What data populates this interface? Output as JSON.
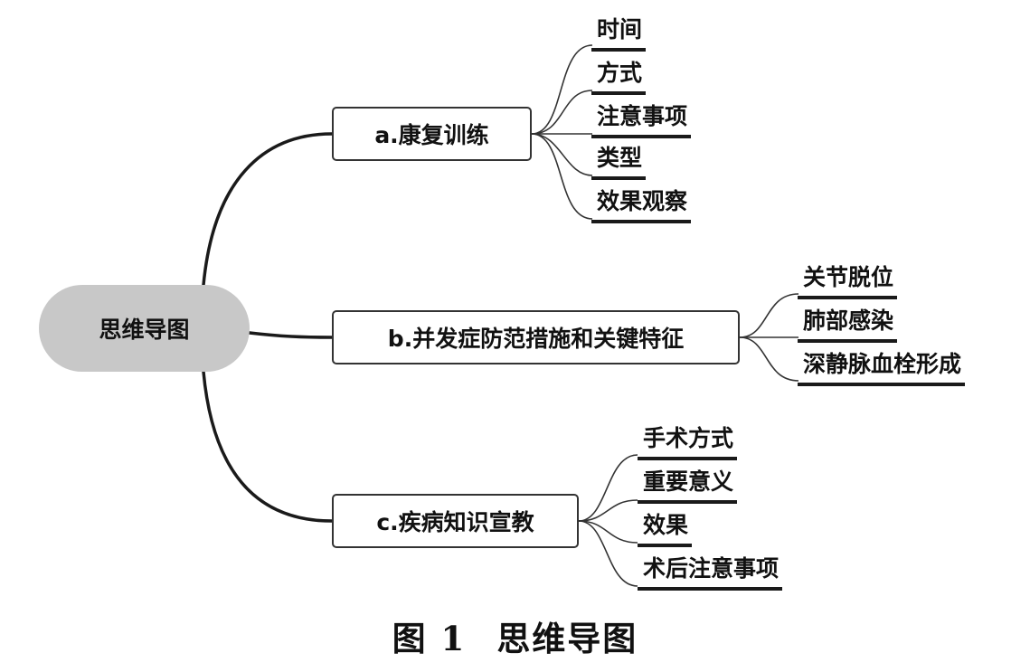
{
  "root": {
    "label": "思维导图"
  },
  "branches": [
    {
      "label": "a.康复训练",
      "items": [
        "时间",
        "方式",
        "注意事项",
        "类型",
        "效果观察"
      ]
    },
    {
      "label": "b.并发症防范措施和关键特征",
      "items": [
        "关节脱位",
        "肺部感染",
        "深静脉血栓形成"
      ]
    },
    {
      "label": "c.疾病知识宣教",
      "items": [
        "手术方式",
        "重要意义",
        "效果",
        "术后注意事项"
      ]
    }
  ],
  "caption": {
    "number": "图 1",
    "title": "思维导图"
  },
  "colors": {
    "root_fill": "#c8c8c8",
    "line": "#1a1a1a"
  }
}
